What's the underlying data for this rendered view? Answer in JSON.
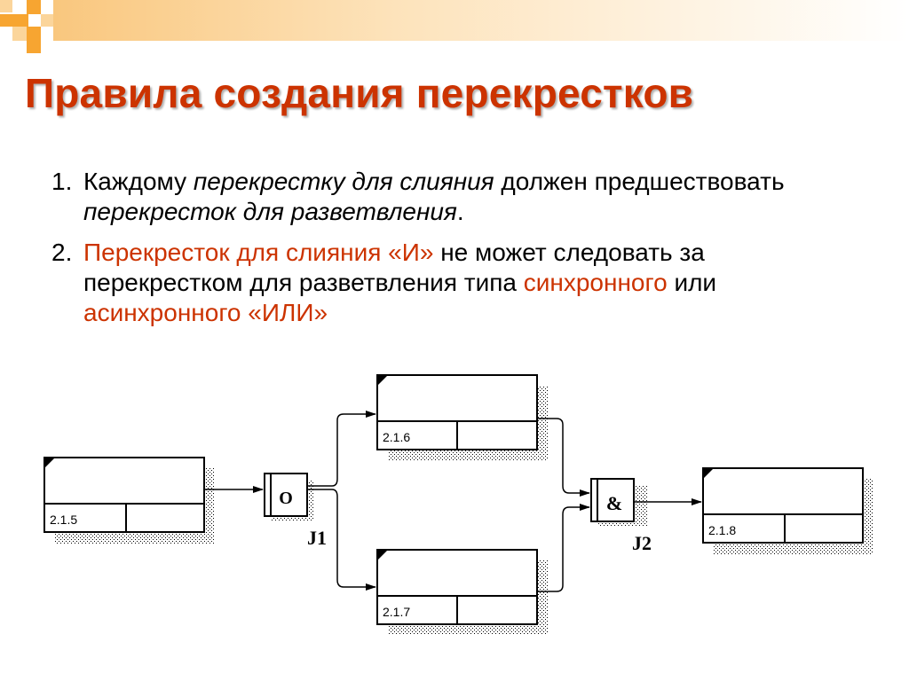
{
  "slide": {
    "title": "Правила создания перекрестков"
  },
  "rules": [
    {
      "number": "1.",
      "parts": [
        {
          "text": "Каждому ",
          "style": "plain"
        },
        {
          "text": "перекрестку для слияния",
          "style": "italic"
        },
        {
          "text": " должен предшествовать ",
          "style": "plain"
        },
        {
          "text": "перекресток для разветвления",
          "style": "italic"
        },
        {
          "text": ".",
          "style": "plain"
        }
      ]
    },
    {
      "number": "2.",
      "parts": [
        {
          "text": "Перекресток для слияния «И»",
          "style": "highlight"
        },
        {
          "text": " не может следовать за перекрестком для разветвления типа ",
          "style": "plain"
        },
        {
          "text": "синхронного",
          "style": "highlight"
        },
        {
          "text": " или ",
          "style": "plain"
        },
        {
          "text": "асинхронного «ИЛИ»",
          "style": "highlight"
        }
      ]
    }
  ],
  "diagram": {
    "boxes": [
      {
        "id": "box-215",
        "number": "2.1.5"
      },
      {
        "id": "box-216",
        "number": "2.1.6"
      },
      {
        "id": "box-217",
        "number": "2.1.7"
      },
      {
        "id": "box-218",
        "number": "2.1.8"
      }
    ],
    "junctions": [
      {
        "id": "j1",
        "symbol": "O",
        "label": "J1"
      },
      {
        "id": "j2",
        "symbol": "&",
        "label": "J2"
      }
    ]
  },
  "colors": {
    "accent": "#cc3300",
    "decor_orange": "#f7a531",
    "decor_light": "#fbd59b"
  }
}
